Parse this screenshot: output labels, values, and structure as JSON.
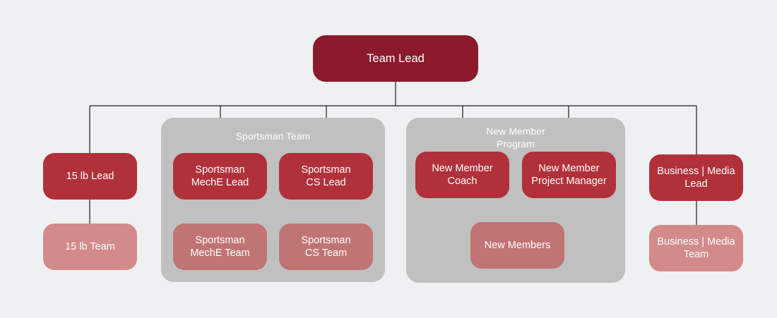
{
  "root": {
    "label": "Team Lead"
  },
  "nodes": {
    "lead_15lb": {
      "label": "15 lb Lead"
    },
    "team_15lb": {
      "label": "15 lb Team"
    },
    "sportsman_meche_lead": {
      "label": "Sportsman\nMechE Lead"
    },
    "sportsman_cs_lead": {
      "label": "Sportsman\nCS Lead"
    },
    "sportsman_meche_team": {
      "label": "Sportsman\nMechE Team"
    },
    "sportsman_cs_team": {
      "label": "Sportsman\nCS Team"
    },
    "new_member_coach": {
      "label": "New Member\nCoach"
    },
    "new_member_pm": {
      "label": "New Member\nProject Manager"
    },
    "new_members": {
      "label": "New Members"
    },
    "business_media_lead": {
      "label": "Business | Media\nLead"
    },
    "business_media_team": {
      "label": "Business | Media\nTeam"
    }
  },
  "groups": {
    "sportsman": {
      "title": "Sportsman Team"
    },
    "new_member_program": {
      "title": "New Member\nProgram"
    }
  },
  "colors": {
    "background": "#eff0f2",
    "root_fill": "#8b1a2d",
    "lead_fill": "#b0313a",
    "team_fill": "#d38a8a",
    "inner_team_fill": "#c07474",
    "group_fill": "#c0c0c0",
    "connector": "#1a1a1a"
  }
}
